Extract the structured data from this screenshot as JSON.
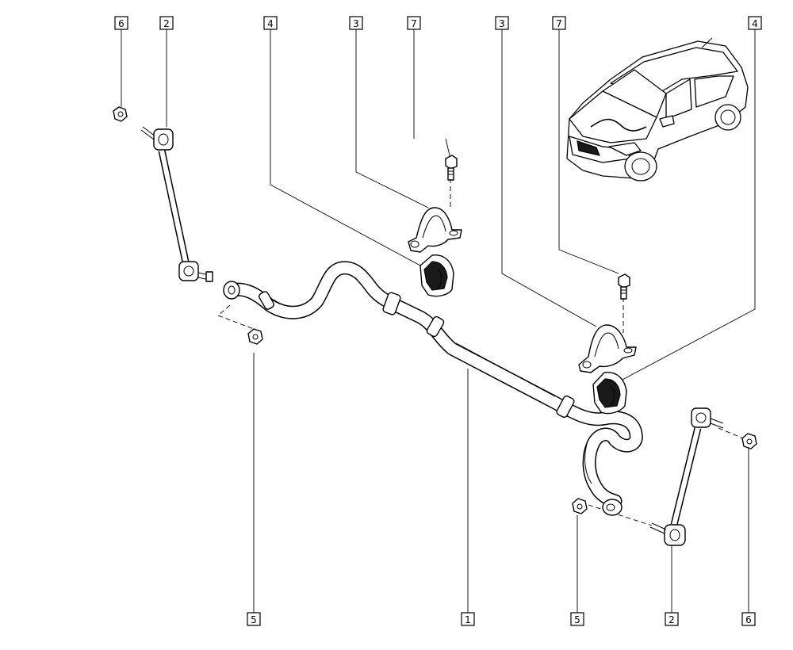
{
  "callouts": [
    {
      "id": "c6a",
      "label": "6"
    },
    {
      "id": "c2a",
      "label": "2"
    },
    {
      "id": "c4a",
      "label": "4"
    },
    {
      "id": "c3a",
      "label": "3"
    },
    {
      "id": "c7a",
      "label": "7"
    },
    {
      "id": "c3b",
      "label": "3"
    },
    {
      "id": "c7b",
      "label": "7"
    },
    {
      "id": "c4b",
      "label": "4"
    },
    {
      "id": "c5a",
      "label": "5"
    },
    {
      "id": "c1",
      "label": "1"
    },
    {
      "id": "c5b",
      "label": "5"
    },
    {
      "id": "c2b",
      "label": "2"
    },
    {
      "id": "c6b",
      "label": "6"
    }
  ]
}
